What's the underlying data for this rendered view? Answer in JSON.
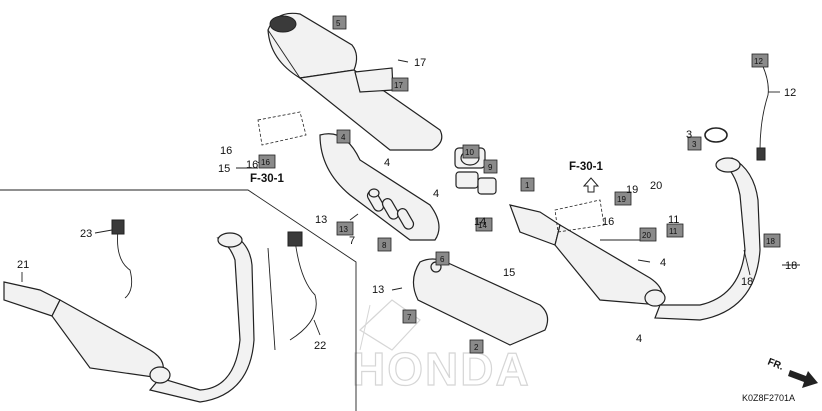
{
  "diagram": {
    "code": "K0Z8F2701A",
    "front_marker": "FR.",
    "watermark": "HONDA",
    "references": [
      "F-30-1",
      "F-30-1"
    ],
    "callouts": [
      {
        "n": "2",
        "boxed": true
      },
      {
        "n": "3",
        "boxed": false
      },
      {
        "n": "3",
        "boxed": true
      },
      {
        "n": "4",
        "boxed": false
      },
      {
        "n": "4",
        "boxed": true
      },
      {
        "n": "5",
        "boxed": true
      },
      {
        "n": "6",
        "boxed": true
      },
      {
        "n": "7",
        "boxed": false
      },
      {
        "n": "7",
        "boxed": true
      },
      {
        "n": "8",
        "boxed": true
      },
      {
        "n": "9",
        "boxed": true
      },
      {
        "n": "10",
        "boxed": true
      },
      {
        "n": "11",
        "boxed": false
      },
      {
        "n": "11",
        "boxed": true
      },
      {
        "n": "12",
        "boxed": false
      },
      {
        "n": "12",
        "boxed": true
      },
      {
        "n": "13",
        "boxed": false
      },
      {
        "n": "13",
        "boxed": true
      },
      {
        "n": "14",
        "boxed": false
      },
      {
        "n": "14",
        "boxed": true
      },
      {
        "n": "15",
        "boxed": false
      },
      {
        "n": "16",
        "boxed": false
      },
      {
        "n": "16",
        "boxed": true
      },
      {
        "n": "17",
        "boxed": false
      },
      {
        "n": "17",
        "boxed": true
      },
      {
        "n": "18",
        "boxed": false
      },
      {
        "n": "18",
        "boxed": true
      },
      {
        "n": "19",
        "boxed": false
      },
      {
        "n": "19",
        "boxed": true
      },
      {
        "n": "20",
        "boxed": false
      },
      {
        "n": "20",
        "boxed": true
      },
      {
        "n": "21",
        "boxed": false
      },
      {
        "n": "22",
        "boxed": false
      },
      {
        "n": "23",
        "boxed": false
      },
      {
        "n": "1",
        "boxed": true
      }
    ]
  },
  "labels": {
    "l1": "1",
    "l2": "2",
    "l3": "3",
    "l3b": "3",
    "l4a": "4",
    "l4b": "4",
    "l4c": "4",
    "l4d": "4",
    "l4e": "4",
    "l5": "5",
    "l6": "6",
    "l7": "7",
    "l7b": "7",
    "l8": "8",
    "l9": "9",
    "l10": "10",
    "l11": "11",
    "l11b": "11",
    "l12": "12",
    "l12b": "12",
    "l13a": "13",
    "l13b": "13",
    "l13c": "13",
    "l14": "14",
    "l14b": "14",
    "l15a": "15",
    "l15b": "15",
    "l16a": "16",
    "l16b": "16",
    "l16c": "16",
    "l17": "17",
    "l17b": "17",
    "l18a": "18",
    "l18b": "18",
    "l18c": "18",
    "l19": "19",
    "l19b": "19",
    "l20": "20",
    "l20b": "20",
    "l21": "21",
    "l22": "22",
    "l23": "23"
  },
  "colors": {
    "ink": "#222222",
    "box": "#8a8a8a",
    "watermark": "#d6d6d6"
  }
}
